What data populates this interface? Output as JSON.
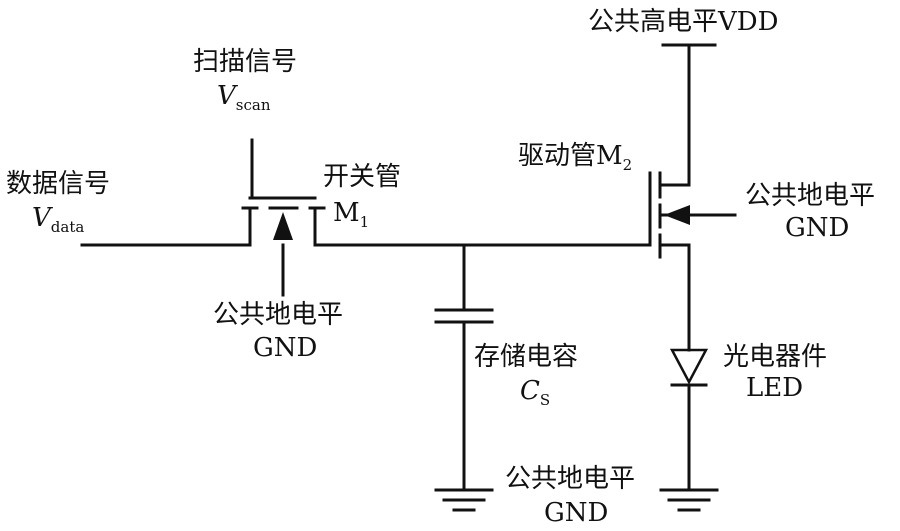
{
  "labels": {
    "vdd": "公共高电平VDD",
    "scan_title": "扫描信号",
    "scan_var": "V",
    "scan_sub": "scan",
    "data_title": "数据信号",
    "data_var": "V",
    "data_sub": "data",
    "m1_title": "开关管",
    "m1_var": "M",
    "m1_sub": "1",
    "m2_title": "驱动管M",
    "m2_sub": "2",
    "gnd_m1_title": "公共地电平",
    "gnd_m1_sub": "GND",
    "gnd_m2_title": "公共地电平",
    "gnd_m2_sub": "GND",
    "cap_title": "存储电容",
    "cap_var": "C",
    "cap_sub": "S",
    "led_title": "光电器件",
    "led_sub": "LED",
    "gnd_bottom_title": "公共地电平",
    "gnd_bottom_sub": "GND"
  }
}
